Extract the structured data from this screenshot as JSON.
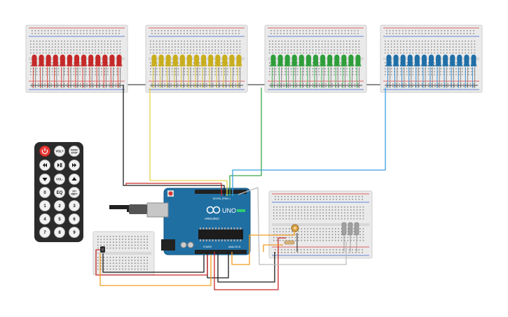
{
  "led_rows": [
    {
      "color_name": "red",
      "led_color": "#c62828",
      "lead_color": "#d94b3d",
      "wire_color": "#1a1a1a"
    },
    {
      "color_name": "yellow",
      "led_color": "#c9ae1c",
      "lead_color": "#d8c33c",
      "wire_color": "#e6d34a"
    },
    {
      "color_name": "green",
      "led_color": "#2e9e3a",
      "lead_color": "#4cb358",
      "wire_color": "#3aa64a"
    },
    {
      "color_name": "blue",
      "led_color": "#1f6fa8",
      "lead_color": "#3c8fd0",
      "wire_color": "#3aa0e0"
    }
  ],
  "leds_per_row": 13,
  "colors": {
    "breadboard": "#eaeaea",
    "breadboard_border": "#cfcfcf",
    "rail_red": "#d33",
    "rail_blue": "#36c",
    "arduino_blue": "#1f6fa3",
    "remote_body": "#2b2b2b",
    "wire_red": "#c62828",
    "wire_black": "#1a1a1a",
    "wire_orange": "#f39c1e",
    "wire_gray": "#bdbdbd"
  },
  "remote": {
    "buttons": [
      {
        "label": "",
        "icon": "power-icon",
        "style": "red"
      },
      {
        "label": "VOL+",
        "icon": "",
        "style": "white"
      },
      {
        "label": "FUNC/STOP",
        "icon": "",
        "style": "white"
      },
      {
        "label": "",
        "icon": "skip-back-icon",
        "style": "white"
      },
      {
        "label": "",
        "icon": "play-pause-icon",
        "style": "white"
      },
      {
        "label": "",
        "icon": "skip-forward-icon",
        "style": "white"
      },
      {
        "label": "",
        "icon": "down-arrow-icon",
        "style": "white"
      },
      {
        "label": "VOL-",
        "icon": "",
        "style": "white"
      },
      {
        "label": "",
        "icon": "up-arrow-icon",
        "style": "white"
      },
      {
        "label": "0",
        "icon": "",
        "style": "white"
      },
      {
        "label": "EQ",
        "icon": "",
        "style": "white"
      },
      {
        "label": "ST/REPT",
        "icon": "",
        "style": "white"
      },
      {
        "label": "1",
        "icon": "",
        "style": "white"
      },
      {
        "label": "2",
        "icon": "",
        "style": "white"
      },
      {
        "label": "3",
        "icon": "",
        "style": "white"
      },
      {
        "label": "4",
        "icon": "",
        "style": "white"
      },
      {
        "label": "5",
        "icon": "",
        "style": "white"
      },
      {
        "label": "6",
        "icon": "",
        "style": "white"
      },
      {
        "label": "7",
        "icon": "",
        "style": "white"
      },
      {
        "label": "8",
        "icon": "",
        "style": "white"
      },
      {
        "label": "9",
        "icon": "",
        "style": "white"
      }
    ]
  },
  "arduino": {
    "logo_text": "UNO",
    "brand_text": "ARDUINO",
    "digital_label": "DIGITAL (PWM~)",
    "power_label": "POWER",
    "analog_label": "ANALOG IN"
  }
}
